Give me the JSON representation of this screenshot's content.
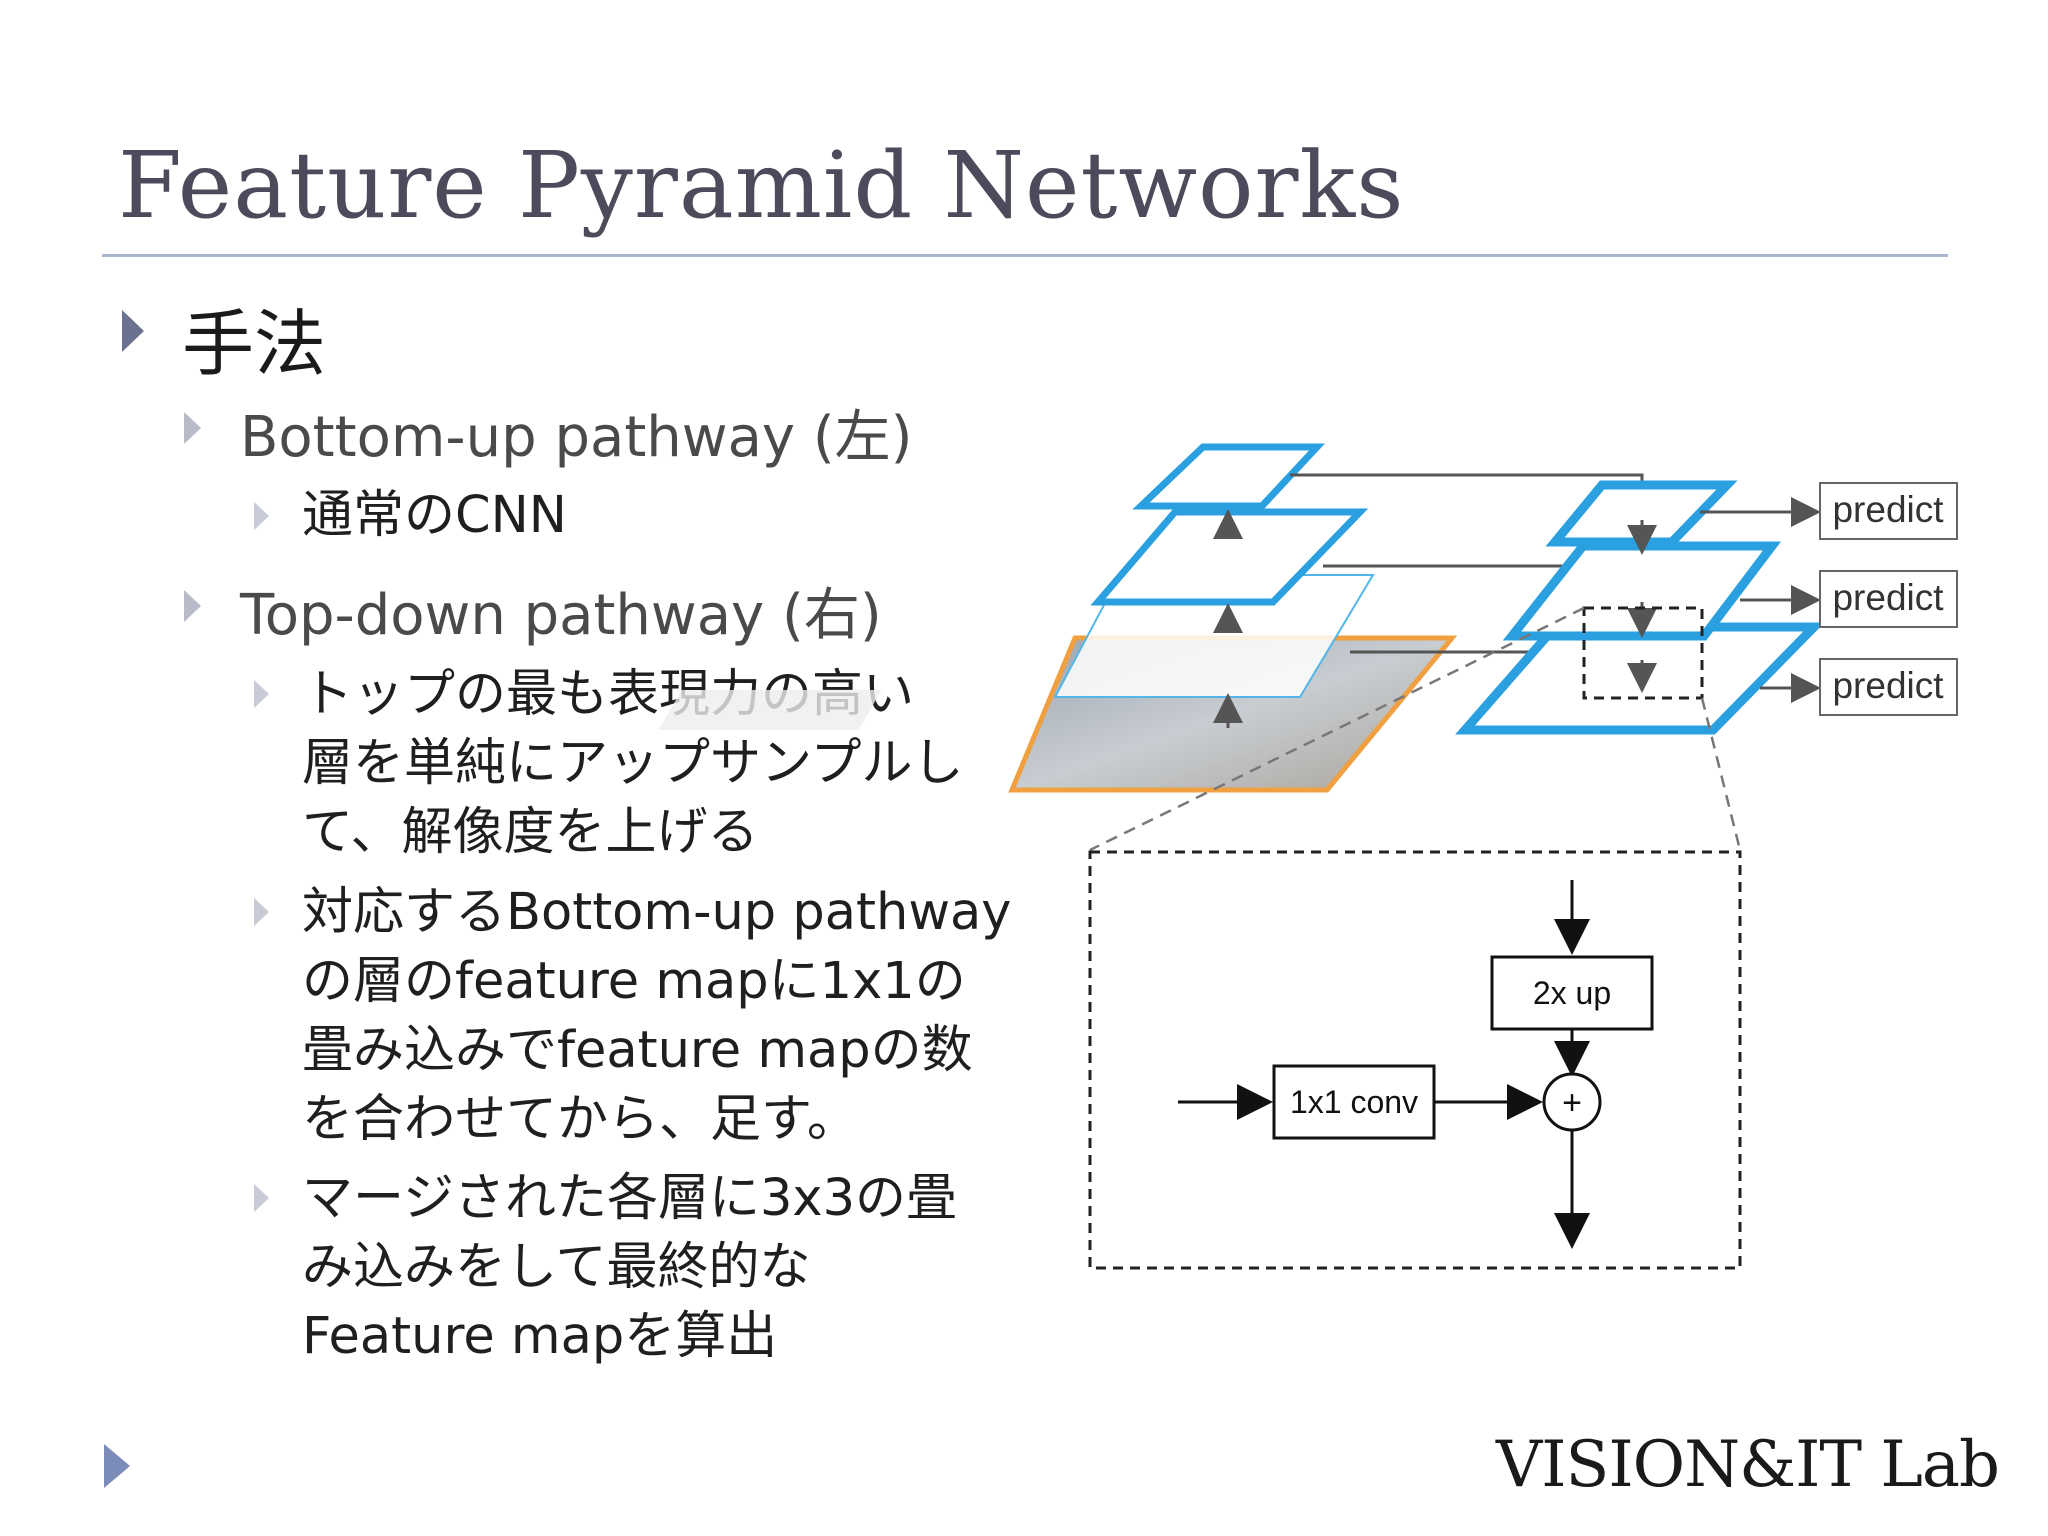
{
  "title": "Feature Pyramid Networks",
  "bullets": {
    "method": "手法",
    "bottom_up": "Bottom-up pathway (左)",
    "bottom_up_sub": "通常のCNN",
    "top_down": "Top-down pathway (右)",
    "top_down_sub1": [
      "トップの最も表現力の高い",
      "層を単純にアップサンプルし",
      "て、解像度を上げる"
    ],
    "top_down_sub2": [
      "対応するBottom-up pathway",
      "の層のfeature mapに1x1の",
      "畳み込みでfeature mapの数",
      "を合わせてから、足す。"
    ],
    "top_down_sub3": [
      "マージされた各層に3x3の畳",
      "み込みをして最終的な",
      "Feature mapを算出"
    ]
  },
  "diagram": {
    "predict_labels": [
      "predict",
      "predict",
      "predict"
    ],
    "upsample_label": "2x up",
    "conv_label": "1x1 conv",
    "sum_symbol": "+",
    "colors": {
      "pyramid_blue": "#2aa0e0",
      "image_orange": "#f0a040",
      "line_gray": "#555555"
    }
  },
  "footer": {
    "logo": "VISION&IT Lab"
  }
}
